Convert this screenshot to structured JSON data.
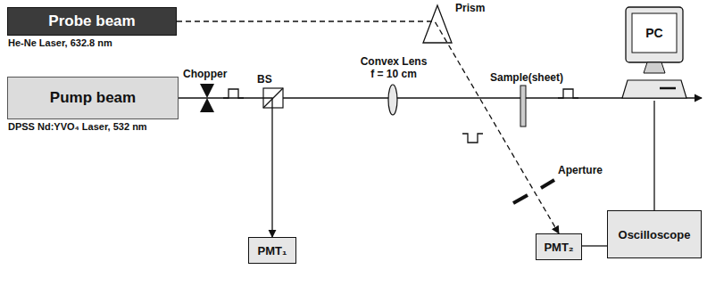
{
  "diagram": {
    "nodes": [
      {
        "text": [
          "Probe beam",
          "He-Ne Laser, 632.8 nm"
        ]
      },
      {
        "text": [
          "Pump beam",
          "DPSS Nd:YVO₄ Laser, 532 nm"
        ]
      },
      {
        "text": [
          "PMT₁"
        ]
      },
      {
        "text": [
          "PC"
        ]
      },
      {
        "text": [
          "Oscilloscope"
        ]
      },
      {
        "text": [
          "PMT₂"
        ]
      }
    ],
    "edges": [
      {
        "from": 0,
        "to": 5,
        "arrow": "to"
      },
      {
        "from": 1,
        "to": 2,
        "arrow": "to"
      },
      {
        "from": 5,
        "to": 4,
        "arrow": "none"
      },
      {
        "from": 4,
        "to": 3,
        "arrow": "none"
      }
    ],
    "labels": [
      "Chopper",
      "BS",
      "Convex Lens f = 10 cm",
      "Sample(sheet)",
      "Prism",
      "Aperture"
    ]
  }
}
